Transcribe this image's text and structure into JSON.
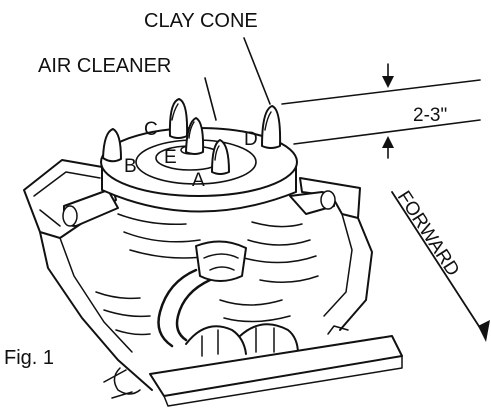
{
  "labels": {
    "clay_cone": "CLAY CONE",
    "air_cleaner": "AIR CLEANER",
    "dimension": "2-3\"",
    "forward": "FORWARD",
    "figure": "Fig. 1",
    "point_a": "A",
    "point_b": "B",
    "point_c": "C",
    "point_d": "D",
    "point_e": "E"
  }
}
